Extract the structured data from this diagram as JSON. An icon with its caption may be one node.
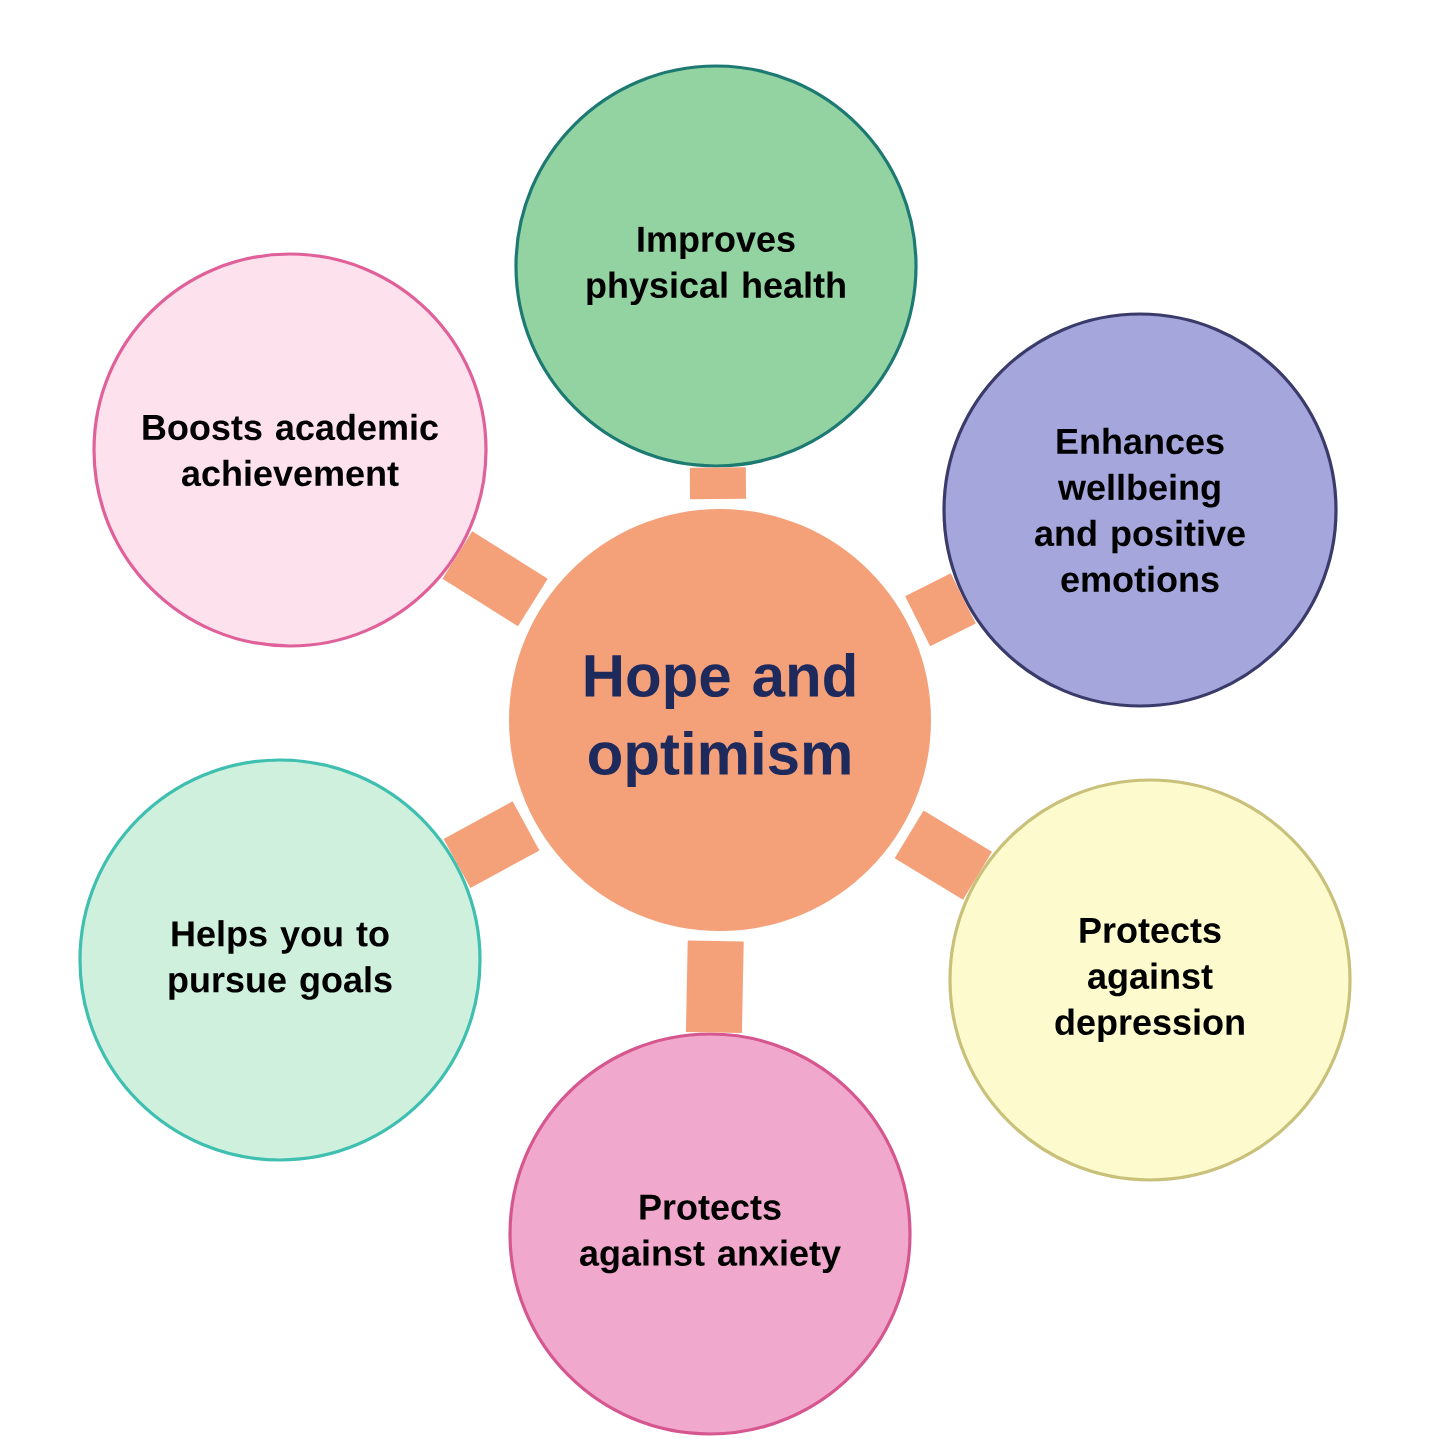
{
  "diagram": {
    "nodes": [
      {
        "text": [
          "Hope and optimism"
        ]
      },
      {
        "text": [
          "Improves physical health"
        ]
      },
      {
        "text": [
          "Enhances wellbeing and positive emotions"
        ]
      },
      {
        "text": [
          "Protects against depression"
        ]
      },
      {
        "text": [
          "Protects against anxiety"
        ]
      },
      {
        "text": [
          "Helps you to pursue goals"
        ]
      },
      {
        "text": [
          "Boosts academic achievement"
        ]
      }
    ],
    "edges": [
      {
        "from": 0,
        "to": 1,
        "arrow": "none",
        "color": "#f4a17a"
      },
      {
        "from": 0,
        "to": 2,
        "arrow": "none",
        "color": "#f4a17a"
      },
      {
        "from": 0,
        "to": 3,
        "arrow": "none",
        "color": "#f4a17a"
      },
      {
        "from": 0,
        "to": 4,
        "arrow": "none",
        "color": "#f4a17a"
      },
      {
        "from": 0,
        "to": 5,
        "arrow": "none",
        "color": "#f4a17a"
      },
      {
        "from": 0,
        "to": 6,
        "arrow": "none",
        "color": "#f4a17a"
      }
    ]
  }
}
